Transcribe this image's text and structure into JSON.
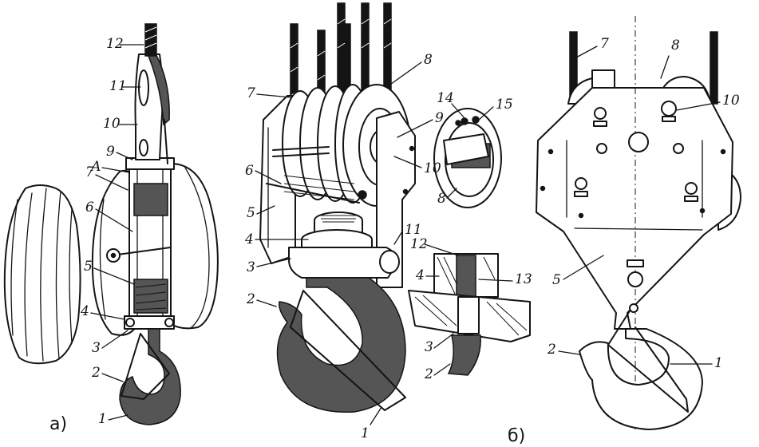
{
  "figure_a": {
    "caption": "а)",
    "labels": {
      "l1": "1",
      "l2": "2",
      "l3": "3",
      "l4": "4",
      "l5": "5",
      "l6": "6",
      "l7": "7",
      "lA": "А",
      "l9": "9",
      "l10": "10",
      "l11": "11",
      "l12": "12"
    }
  },
  "figure_b": {
    "caption": "б)",
    "labels": {
      "l1": "1",
      "l2": "2",
      "l3": "3",
      "l4": "4",
      "l5": "5",
      "l6": "6",
      "l7": "7",
      "l8": "8",
      "l9": "9",
      "l10": "10",
      "l11": "11",
      "l14": "14",
      "l15": "15",
      "l8b": "8",
      "l12": "12",
      "l4b": "4",
      "l13": "13",
      "l3b": "3",
      "l2b": "2"
    }
  },
  "figure_c": {
    "labels": {
      "l7": "7",
      "l8": "8",
      "l10": "10",
      "l5": "5",
      "l2": "2",
      "l1": "1"
    }
  },
  "colors": {
    "ink": "#141414",
    "paper": "#ffffff"
  }
}
